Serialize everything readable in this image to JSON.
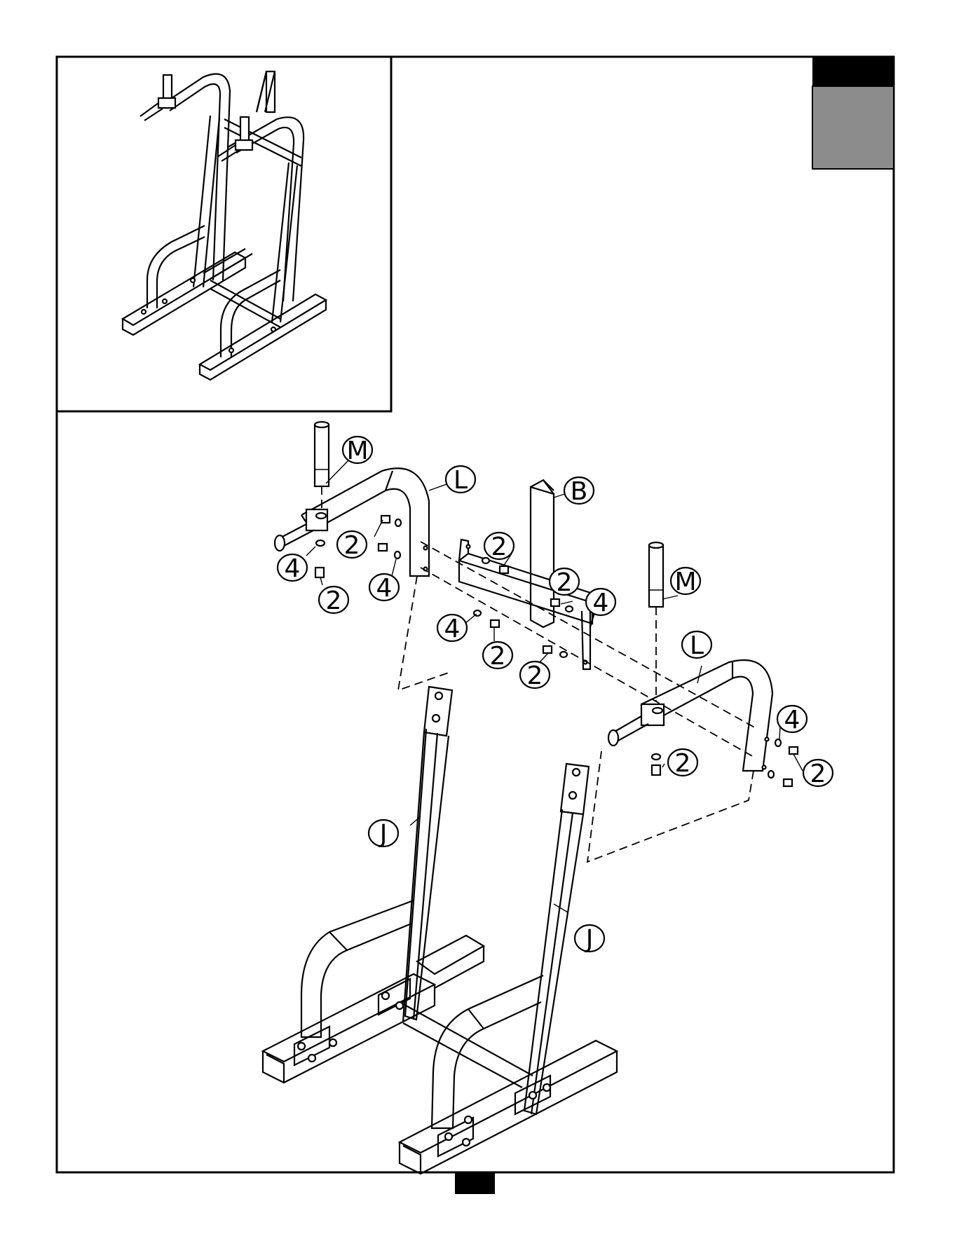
{
  "colors": {
    "tab_top": "#000000",
    "tab_bottom": "#8c8c8c",
    "line": "#000000",
    "paper": "#ffffff"
  },
  "labels": [
    {
      "id": "m1",
      "text": "M"
    },
    {
      "id": "l1",
      "text": "L"
    },
    {
      "id": "b1",
      "text": "B"
    },
    {
      "id": "n2a",
      "text": "2"
    },
    {
      "id": "n2b",
      "text": "2"
    },
    {
      "id": "n2c",
      "text": "2"
    },
    {
      "id": "n4a",
      "text": "4"
    },
    {
      "id": "n4b",
      "text": "4"
    },
    {
      "id": "n2d",
      "text": "2"
    },
    {
      "id": "n4c",
      "text": "4"
    },
    {
      "id": "m2",
      "text": "M"
    },
    {
      "id": "n4d",
      "text": "4"
    },
    {
      "id": "n2e",
      "text": "2"
    },
    {
      "id": "n2f",
      "text": "2"
    },
    {
      "id": "l2",
      "text": "L"
    },
    {
      "id": "n4e",
      "text": "4"
    },
    {
      "id": "n2g",
      "text": "2"
    },
    {
      "id": "n2h",
      "text": "2"
    },
    {
      "id": "j1",
      "text": "J"
    },
    {
      "id": "j2",
      "text": "J"
    }
  ]
}
